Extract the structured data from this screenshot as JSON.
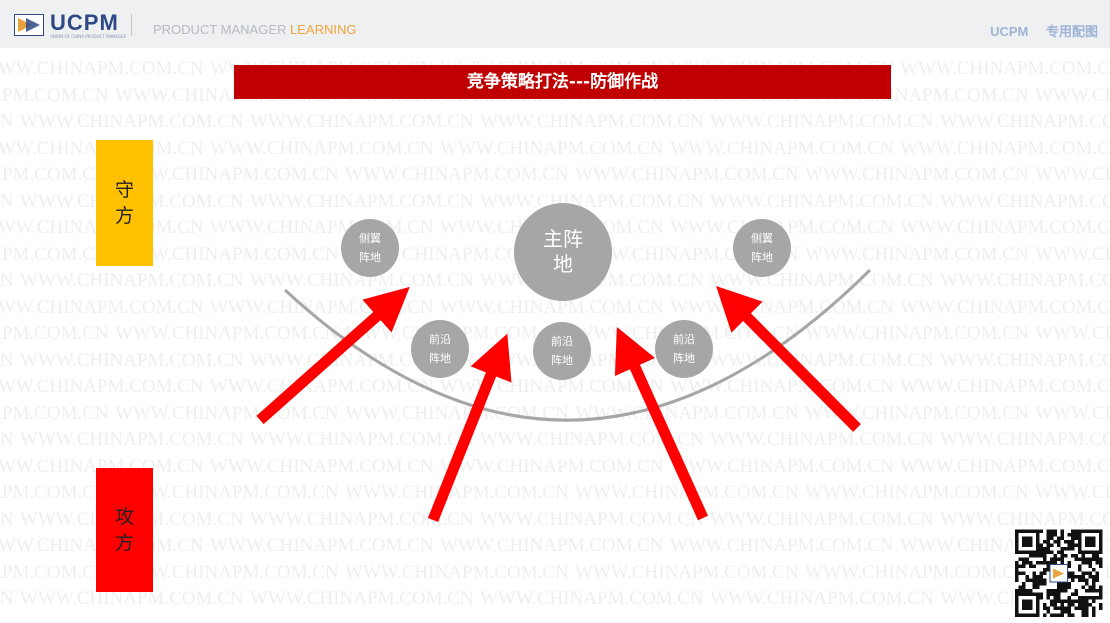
{
  "header": {
    "brand": "UCPM",
    "brand_sub": "UNION OF CHINA PRODUCT MANAGER",
    "tagline_plain": "PRODUCT  MANAGER",
    "tagline_highlight": "LEARNING",
    "right_brand": "UCPM",
    "right_text": "专用配图"
  },
  "watermark_text": "WWW.CHINAPM.COM.CN",
  "title": "竞争策略打法---防御作战",
  "defender_label": "守\n方",
  "attacker_label": "攻\n方",
  "nodes": {
    "main": "主阵\n地",
    "flank_left": "侧翼\n阵地",
    "flank_right": "侧翼\n阵地",
    "front_left": "前沿\n阵地",
    "front_center": "前沿\n阵地",
    "front_right": "前沿\n阵地"
  },
  "colors": {
    "title_bar": "#c00000",
    "defender": "#ffc000",
    "attacker": "#ff0000",
    "arrow": "#ff0000",
    "node": "#a6a6a6",
    "arc": "#a6a6a6",
    "brand_blue": "#2e4a86",
    "tagline_orange": "#f3a43a"
  },
  "icons": {
    "logo": "ucpm-logo-icon",
    "qr": "qr-code-icon"
  }
}
